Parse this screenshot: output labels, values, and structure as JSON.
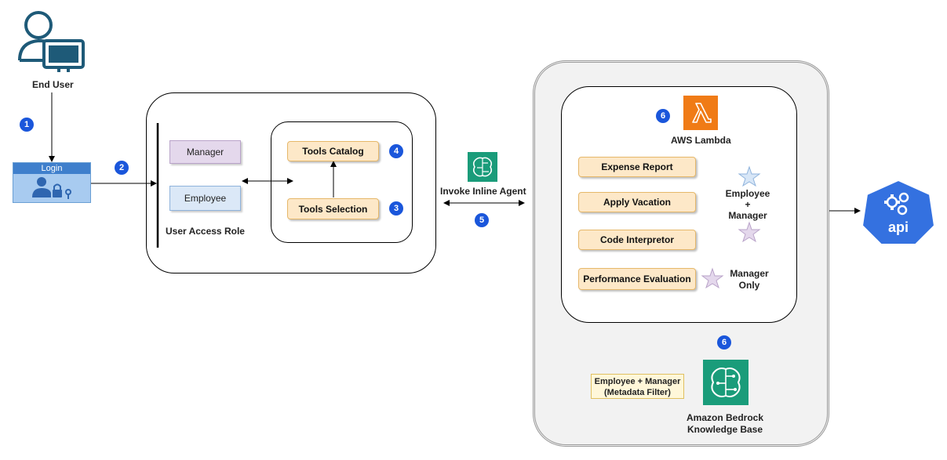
{
  "end_user": {
    "label": "End User"
  },
  "login": {
    "label": "Login"
  },
  "access": {
    "manager": "Manager",
    "employee": "Employee",
    "role_label": "User Access Role"
  },
  "tools": {
    "catalog": "Tools Catalog",
    "selection": "Tools Selection"
  },
  "agent": {
    "label": "Invoke Inline Agent"
  },
  "lambda": {
    "label": "AWS Lambda",
    "expense": "Expense Report",
    "vacation": "Apply Vacation",
    "code": "Code Interpretor",
    "performance": "Performance Evaluation",
    "emp_mgr_line1": "Employee",
    "emp_mgr_line2": "+",
    "emp_mgr_line3": "Manager",
    "mgr_only_line1": "Manager",
    "mgr_only_line2": "Only"
  },
  "kb": {
    "filter_line1": "Employee + Manager",
    "filter_line2": "(Metadata Filter)",
    "label_line1": "Amazon Bedrock",
    "label_line2": "Knowledge Base"
  },
  "api": {
    "label": "api"
  },
  "steps": {
    "s1": "1",
    "s2": "2",
    "s3": "3",
    "s4": "4",
    "s5": "5",
    "s6a": "6",
    "s6b": "6"
  },
  "colors": {
    "step_badge": "#1a56db",
    "tool_fill": "#fde8c8",
    "manager_fill": "#e4d8ec",
    "employee_fill": "#dbe8f7",
    "bedrock_green": "#1a9c7a",
    "lambda_orange": "#f07b16",
    "api_blue": "#3471e0"
  }
}
